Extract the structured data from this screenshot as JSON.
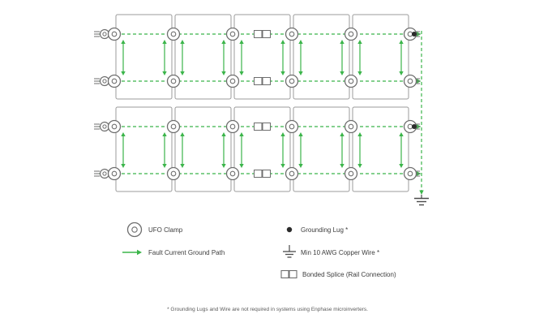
{
  "diagram": {
    "arrays": 2,
    "panels_per_row": 5,
    "rails_per_array": 2,
    "clamps_per_rail": 6,
    "splices_per_rail": 1,
    "grounding_lugs": 2,
    "colors": {
      "ground_path": "#3bb54a",
      "panel_outline": "#9b9b9b",
      "hardware_outline": "#6e6e6e",
      "grounding_lug": "#2b2b2b",
      "ground_symbol": "#4a4a4a",
      "text": "#3d3d3d",
      "footnote_text": "#5a5a5a"
    }
  },
  "legend": {
    "ufo_clamp": "UFO Clamp",
    "grounding_lug": "Grounding Lug *",
    "fault_current_ground_path": "Fault Current Ground Path",
    "copper_wire": "Min 10 AWG Copper Wire *",
    "bonded_splice": "Bonded Splice (Rail Connection)"
  },
  "footnote": "* Grounding Lugs and Wire are not required in systems using Enphase microinverters."
}
